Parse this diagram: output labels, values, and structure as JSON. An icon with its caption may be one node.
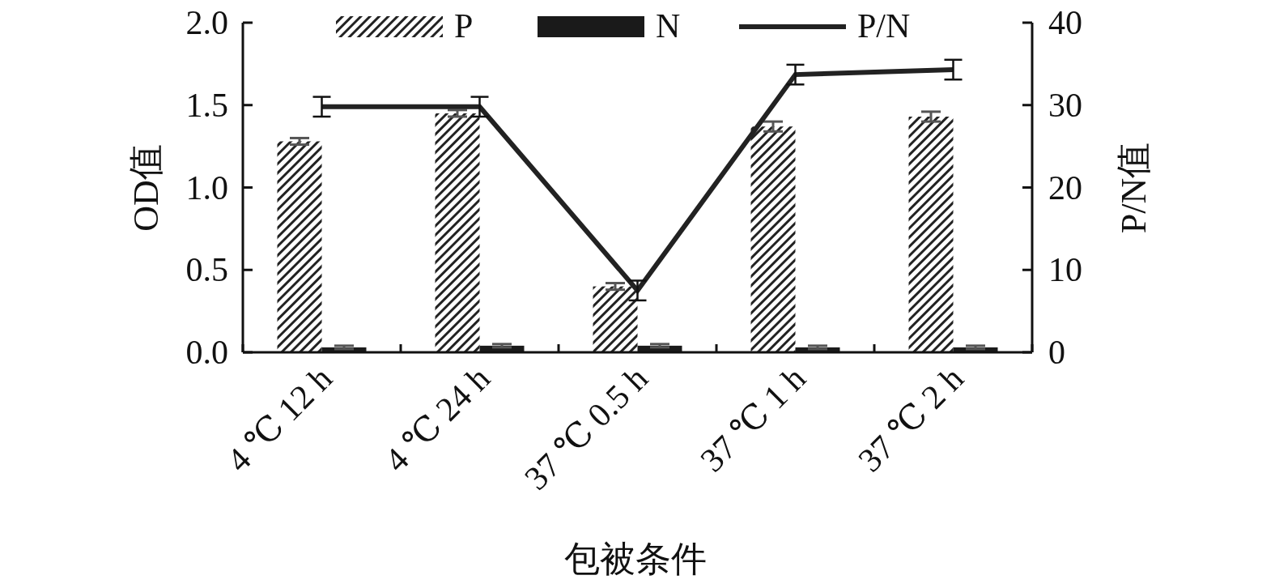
{
  "diagram": {
    "chart_data": {
      "type": "bar",
      "xlabel": "包被条件",
      "ylabel": "OD值",
      "y2label": "P/N值",
      "categories": [
        "4 ℃ 12 h",
        "4 ℃ 24 h",
        "37 ℃ 0.5 h",
        "37 ℃ 1 h",
        "37 ℃ 2 h"
      ],
      "series": [
        {
          "name": "P",
          "color": "#222222",
          "values": [
            1.28,
            1.45,
            0.4,
            1.37,
            1.43
          ],
          "errors": [
            0.02,
            0.02,
            0.02,
            0.03,
            0.03
          ]
        },
        {
          "name": "N",
          "color": "#1a1a1a",
          "values": [
            0.03,
            0.04,
            0.04,
            0.03,
            0.03
          ],
          "errors": [
            0.01,
            0.01,
            0.01,
            0.01,
            0.01
          ]
        },
        {
          "name": "P/N",
          "color": "#222222",
          "type": "line",
          "axis": "y2",
          "values": [
            29.8,
            29.8,
            7.5,
            33.7,
            34.3
          ],
          "errors": [
            1.2,
            1.2,
            1.2,
            1.2,
            1.2
          ]
        }
      ],
      "legend": "top",
      "ylim": [
        0,
        2.0
      ],
      "y2lim": [
        0,
        40
      ],
      "yticks": [
        {
          "value": 0,
          "label": "0.0"
        },
        {
          "value": 0.5,
          "label": "0.5"
        },
        {
          "value": 1.0,
          "label": "1.0"
        },
        {
          "value": 1.5,
          "label": "1.5"
        },
        {
          "value": 2.0,
          "label": "2.0"
        }
      ],
      "y2ticks": [
        0,
        10,
        20,
        30,
        40
      ]
    }
  }
}
